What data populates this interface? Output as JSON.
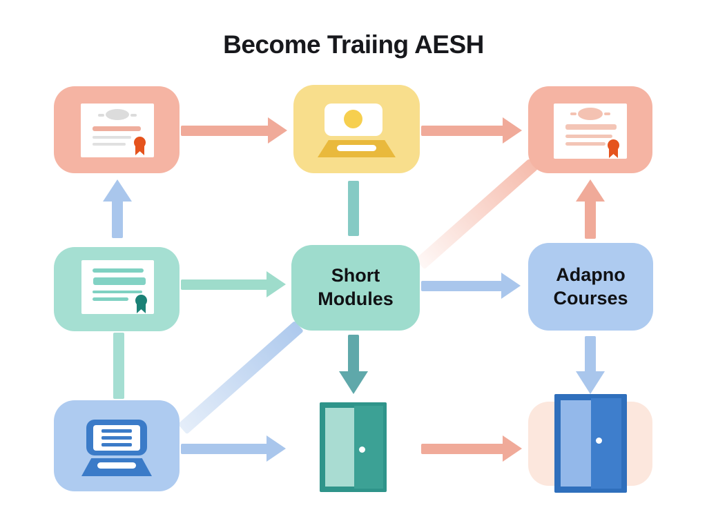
{
  "title": "Become Traiing AESH",
  "nodes": {
    "top_left": {
      "icon": "certificate-icon",
      "color": "#F5B4A3"
    },
    "top_center": {
      "icon": "laptop-icon",
      "color": "#F8DE8C"
    },
    "top_right": {
      "icon": "certificate-icon",
      "color": "#F5B4A3"
    },
    "mid_left": {
      "icon": "certificate-icon",
      "color": "#A5DFD2"
    },
    "center": {
      "label": "Short Modules",
      "color": "#9EDCCD"
    },
    "mid_right": {
      "label": "Adapno Courses",
      "color": "#AECBF0"
    },
    "bottom_left": {
      "icon": "computer-icon",
      "color": "#AECBF0"
    },
    "bottom_center": {
      "icon": "door-icon",
      "color": "#2F948A"
    },
    "bottom_right": {
      "icon": "door-icon",
      "color": "#FCE7DD"
    }
  },
  "connections": [
    {
      "from": "top-left-certificate",
      "to": "top-center-laptop",
      "style": "salmon-arrow-right"
    },
    {
      "from": "top-center-laptop",
      "to": "top-right-certificate",
      "style": "salmon-arrow-right"
    },
    {
      "from": "mid-left-certificate",
      "to": "top-left-certificate",
      "style": "blue-arrow-up"
    },
    {
      "from": "top-center-laptop",
      "to": "short-modules",
      "style": "teal-connector-down"
    },
    {
      "from": "mid-left-certificate",
      "to": "short-modules",
      "style": "teal-arrow-right"
    },
    {
      "from": "short-modules",
      "to": "adapno-courses",
      "style": "blue-arrow-right"
    },
    {
      "from": "adapno-courses",
      "to": "top-right-certificate",
      "style": "salmon-arrow-up"
    },
    {
      "from": "mid-left-certificate",
      "to": "bottom-left-computer",
      "style": "teal-connector-down"
    },
    {
      "from": "short-modules",
      "to": "top-right-certificate",
      "style": "salmon-diagonal-band"
    },
    {
      "from": "bottom-left-computer",
      "to": "short-modules",
      "style": "blue-diagonal-band"
    },
    {
      "from": "short-modules",
      "to": "bottom-center-door",
      "style": "dark-teal-arrow-down"
    },
    {
      "from": "adapno-courses",
      "to": "bottom-right-door",
      "style": "blue-arrow-down"
    },
    {
      "from": "bottom-left-computer",
      "to": "bottom-center-door",
      "style": "blue-arrow-right"
    },
    {
      "from": "bottom-center-door",
      "to": "bottom-right-door",
      "style": "salmon-arrow-right"
    }
  ],
  "palette": {
    "salmon_box": "#F5B4A3",
    "salmon_arrow": "#F0AA99",
    "yellow_box": "#F8DE8C",
    "gold": "#E9B93C",
    "teal_box": "#A5DFD2",
    "teal_arrow": "#9EDCCB",
    "dark_teal_arrow": "#5FA8AA",
    "teal_door": "#2F948A",
    "blue_box": "#AECBF0",
    "blue_arrow": "#A9C6EC",
    "computer_blue": "#3B7BC8",
    "door_blue": "#2F6FBC",
    "pale_pink_box": "#FCE7DD",
    "ribbon_orange": "#E5531D",
    "ribbon_teal": "#1B8176",
    "text": "#101114"
  }
}
